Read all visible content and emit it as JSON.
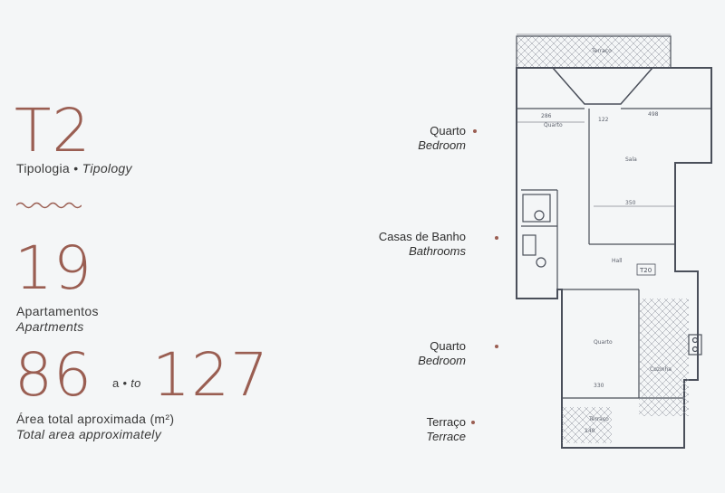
{
  "typology": {
    "value": "T2",
    "label_pt": "Tipologia",
    "separator": "•",
    "label_en": "Tipology"
  },
  "apartments": {
    "value": "19",
    "label_pt": "Apartamentos",
    "label_en": "Apartments"
  },
  "area": {
    "min": "86",
    "connector_pt": "a",
    "separator": "•",
    "connector_en": "to",
    "max": "127",
    "label_pt": "Área total aproximada (m²)",
    "label_en": "Total area approximately"
  },
  "rooms": [
    {
      "pt": "Quarto",
      "en": "Bedroom"
    },
    {
      "pt": "Casas de Banho",
      "en": "Bathrooms"
    },
    {
      "pt": "Quarto",
      "en": "Bedroom"
    },
    {
      "pt": "Terraço",
      "en": "Terrace"
    }
  ],
  "plan_marks": {
    "terrace_top": "Terraço",
    "quarto": "Quarto",
    "sala": "Sala",
    "hall": "Hall",
    "cozinha": "Cozinha",
    "quarto2": "Quarto",
    "terraco2": "Terraço",
    "t20": "T20",
    "d1": "286",
    "d2": "498",
    "d3": "122",
    "d4": "350",
    "d5": "330",
    "d6": "140"
  },
  "colors": {
    "accent": "#9a5e52",
    "text": "#3a3a3a",
    "background": "#f4f6f7"
  }
}
